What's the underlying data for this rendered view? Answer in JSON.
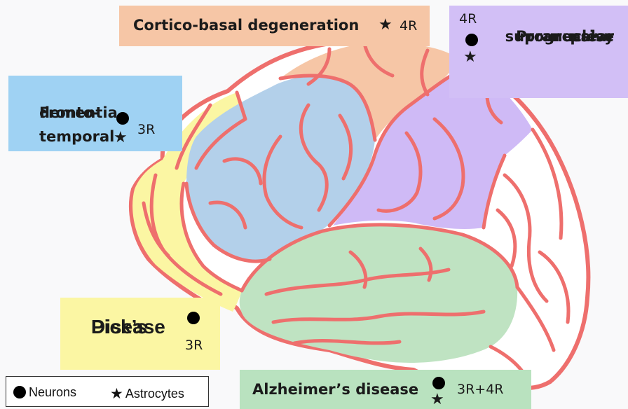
{
  "colors": {
    "background": "#f9f9fa",
    "vessel": "#ee6f6d",
    "frontal_lobe": "#fbf6a3",
    "fronto_temporal_region": "#b3d0ea",
    "cortico_basal_region": "#f6c6a6",
    "psp_region": "#cfbaf6",
    "temporal_lobe": "#bfe3c2",
    "occipital_region": "#ffffff"
  },
  "labels": {
    "cortico_basal": {
      "name": "Cortico-basal degeneration",
      "symbols": [
        "star-icon"
      ],
      "tau": "4R",
      "color": "#f6c6a6"
    },
    "psp": {
      "name_lines": [
        "Progressive",
        "supranuclear",
        "palsy"
      ],
      "symbols": [
        "dot-icon",
        "star-icon"
      ],
      "tau": "4R",
      "color": "#d2bff6"
    },
    "ftd": {
      "name_lines": [
        "Fronto-temporal",
        "dementia"
      ],
      "symbols": [
        "dot-icon",
        "star-icon"
      ],
      "tau": "3R",
      "color": "#9fd2f3"
    },
    "pick": {
      "name_lines": [
        "Pick’s",
        "Disease"
      ],
      "symbols": [
        "dot-icon"
      ],
      "tau": "3R",
      "color": "#fbf6a3"
    },
    "alzheimer": {
      "name": "Alzheimer’s disease",
      "symbols": [
        "dot-icon",
        "star-icon"
      ],
      "tau": "3R+4R",
      "color": "#b9e2bf"
    }
  },
  "legend": {
    "neurons": {
      "symbol": "dot-icon",
      "label": "Neurons"
    },
    "astrocytes": {
      "symbol": "star-icon",
      "label": "Astrocytes"
    }
  }
}
